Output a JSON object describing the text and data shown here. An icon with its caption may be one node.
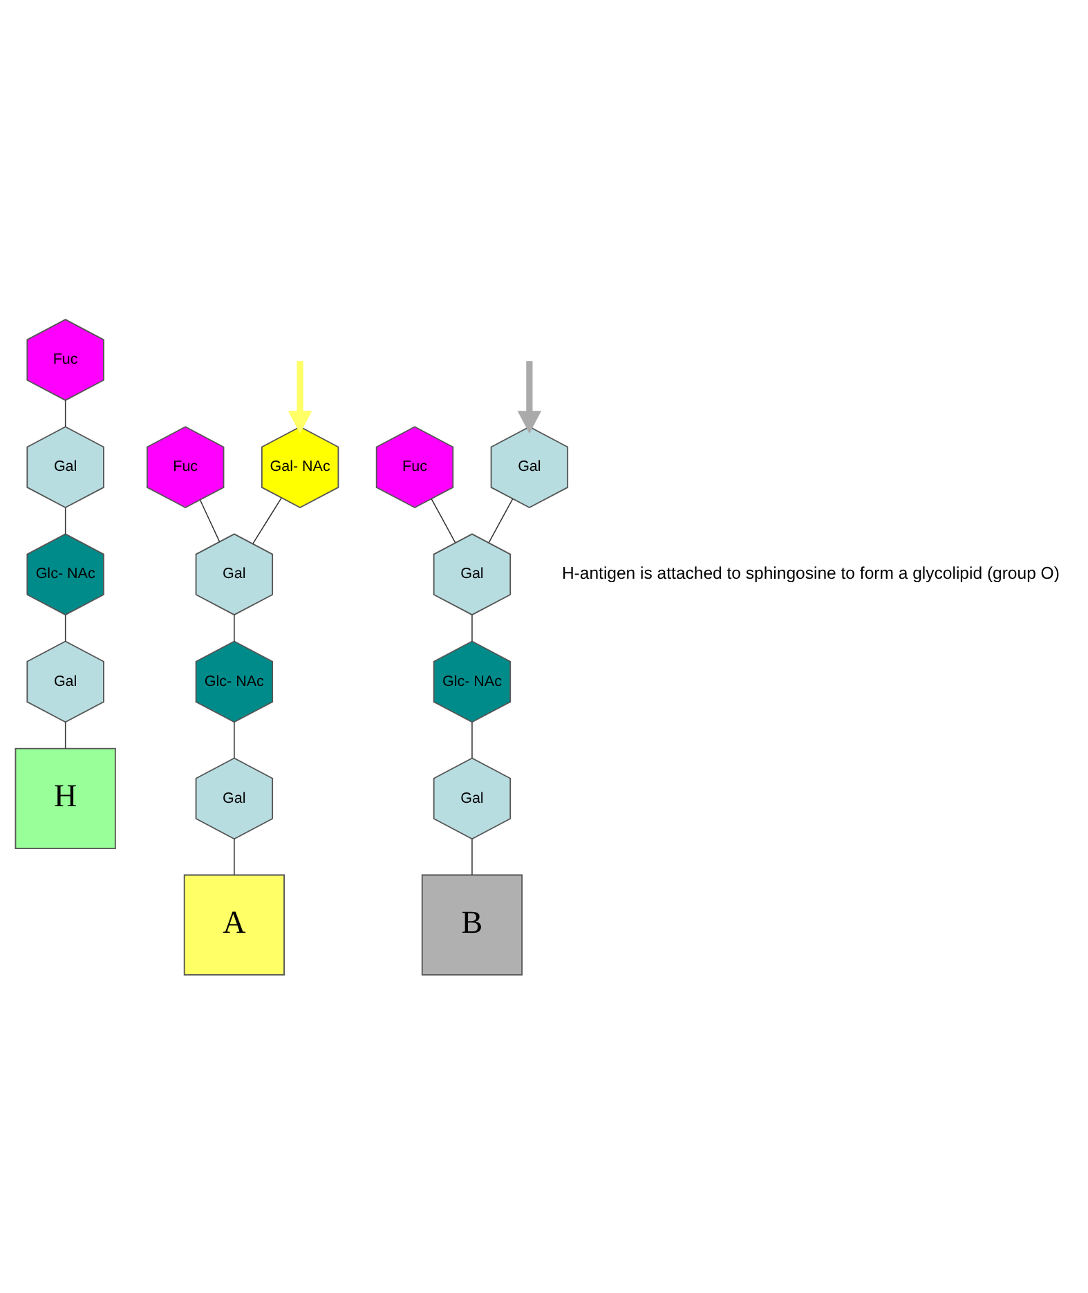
{
  "diagram": {
    "nodes": [
      {
        "text": [
          "Fuc"
        ]
      },
      {
        "text": [
          "Gal"
        ]
      },
      {
        "text": [
          "Glc- NAc"
        ]
      },
      {
        "text": [
          "Gal"
        ]
      },
      {
        "text": [
          "H"
        ]
      },
      {
        "text": [
          "Gal- NAc"
        ]
      },
      {
        "text": [
          "Fuc"
        ]
      },
      {
        "text": [
          "Gal"
        ]
      },
      {
        "text": [
          "Glc- NAc"
        ]
      },
      {
        "text": [
          "Gal"
        ]
      },
      {
        "text": [
          "A"
        ]
      },
      {
        "text": [
          "Gal"
        ]
      },
      {
        "text": [
          "Fuc"
        ]
      },
      {
        "text": [
          "Gal"
        ]
      },
      {
        "text": [
          "Glc- NAc"
        ]
      },
      {
        "text": [
          "Gal"
        ]
      },
      {
        "text": [
          "B"
        ]
      }
    ],
    "edges": [
      {
        "from": 0,
        "to": 1,
        "arrow": "none"
      },
      {
        "from": 1,
        "to": 2,
        "arrow": "none"
      },
      {
        "from": 2,
        "to": 3,
        "arrow": "none"
      },
      {
        "from": 3,
        "to": 4,
        "arrow": "none"
      },
      {
        "from": null,
        "to": 5,
        "arrow": "to",
        "style": "thick",
        "color": "#ffff66"
      },
      {
        "from": 5,
        "to": 7,
        "arrow": "none"
      },
      {
        "from": 6,
        "to": 7,
        "arrow": "none"
      },
      {
        "from": 7,
        "to": 8,
        "arrow": "none"
      },
      {
        "from": 8,
        "to": 9,
        "arrow": "none"
      },
      {
        "from": 9,
        "to": 10,
        "arrow": "none"
      },
      {
        "from": null,
        "to": 11,
        "arrow": "to",
        "style": "thick",
        "color": "#aaaaaa"
      },
      {
        "from": 11,
        "to": 13,
        "arrow": "none"
      },
      {
        "from": 12,
        "to": 13,
        "arrow": "none"
      },
      {
        "from": 13,
        "to": 14,
        "arrow": "none"
      },
      {
        "from": 14,
        "to": 15,
        "arrow": "none"
      },
      {
        "from": 15,
        "to": 16,
        "arrow": "none"
      }
    ],
    "labels": [
      "H-antigen is attached to sphingosine to form a glycolipid (group O)"
    ]
  }
}
